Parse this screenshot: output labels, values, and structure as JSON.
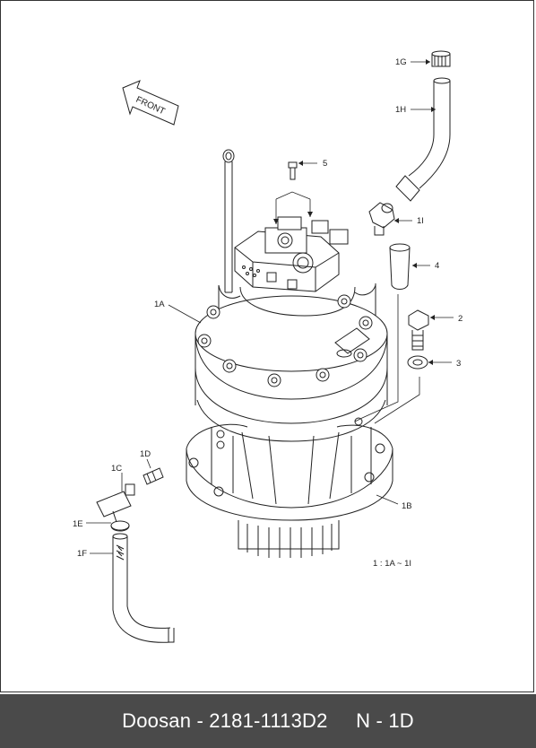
{
  "callouts": {
    "front": "FRONT",
    "label_1g": "1G",
    "label_1h": "1H",
    "label_5": "5",
    "label_1i": "1I",
    "label_4": "4",
    "label_1a": "1A",
    "label_2": "2",
    "label_3": "3",
    "label_1d": "1D",
    "label_1c": "1C",
    "label_1e": "1E",
    "label_1f": "1F",
    "label_1b": "1B",
    "range_note": "1 : 1A ~ 1I"
  },
  "footer": {
    "caption": "Doosan - 2181-1113D2     N - 1D"
  }
}
